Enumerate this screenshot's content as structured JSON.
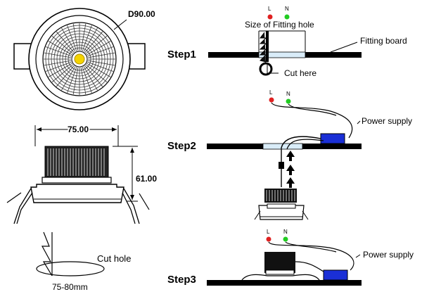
{
  "dimensions": {
    "diameter": "D90.00",
    "width": "75.00",
    "height": "61.00",
    "cut_range": "75-80mm"
  },
  "labels": {
    "cut_hole": "Cut hole",
    "size_of_fitting_hole": "Size of Fitting hole",
    "fitting_board": "Fitting board",
    "cut_here": "Cut here",
    "power_supply": "Power supply"
  },
  "terminals": {
    "live": "L",
    "neutral": "N",
    "live_color": "#e02020",
    "neutral_color": "#22cc22"
  },
  "steps": [
    "Step1",
    "Step2",
    "Step3"
  ],
  "colors": {
    "power_supply_box": "#1a2fd6",
    "fitting_hole_highlight": "#d9ecf8"
  }
}
